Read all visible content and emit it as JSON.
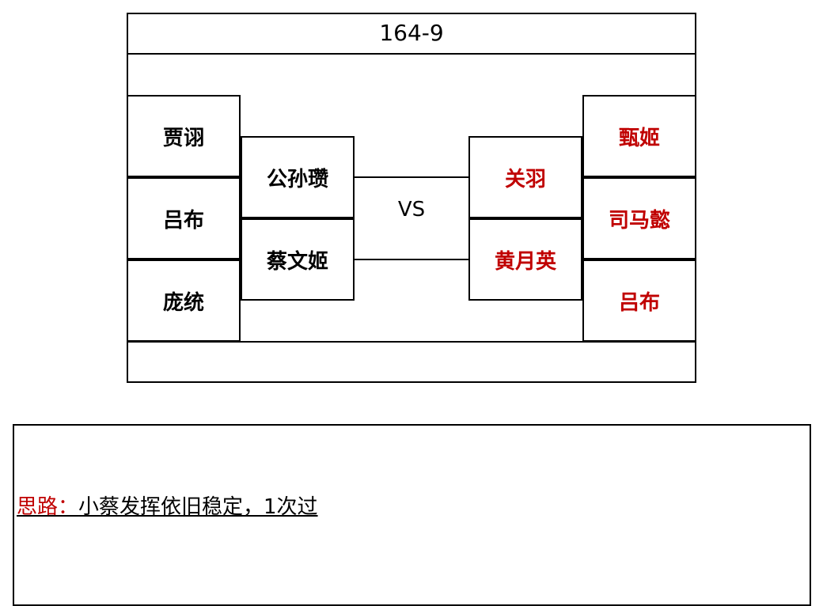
{
  "title": "164-9",
  "vs_label": "VS",
  "left_team": {
    "outer": [
      "贾诩",
      "吕布",
      "庞统"
    ],
    "inner": [
      "公孙瓒",
      "蔡文姬"
    ]
  },
  "right_team": {
    "inner": [
      "关羽",
      "黄月英"
    ],
    "outer": [
      "甄姬",
      "司马懿",
      "吕布"
    ]
  },
  "note": {
    "label": "思路：",
    "text": "小蔡发挥依旧稳定，1次过"
  },
  "colors": {
    "right_team_text": "#c00000",
    "note_label": "#c00000"
  }
}
